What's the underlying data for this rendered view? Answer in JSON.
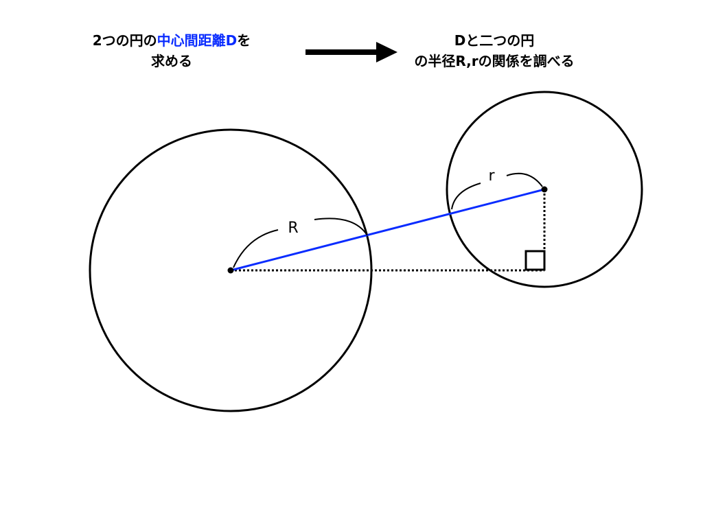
{
  "left_title": {
    "part1": "2つの円の",
    "highlight": "中心間距離D",
    "part2": "を",
    "line2": "求める"
  },
  "right_title": {
    "line1": "Dと二つの円",
    "line2": "の半径R,rの関係を調べる"
  },
  "labels": {
    "big_radius": "R",
    "small_radius": "r"
  },
  "colors": {
    "distance_line": "#0a2cff",
    "stroke": "#000000"
  }
}
